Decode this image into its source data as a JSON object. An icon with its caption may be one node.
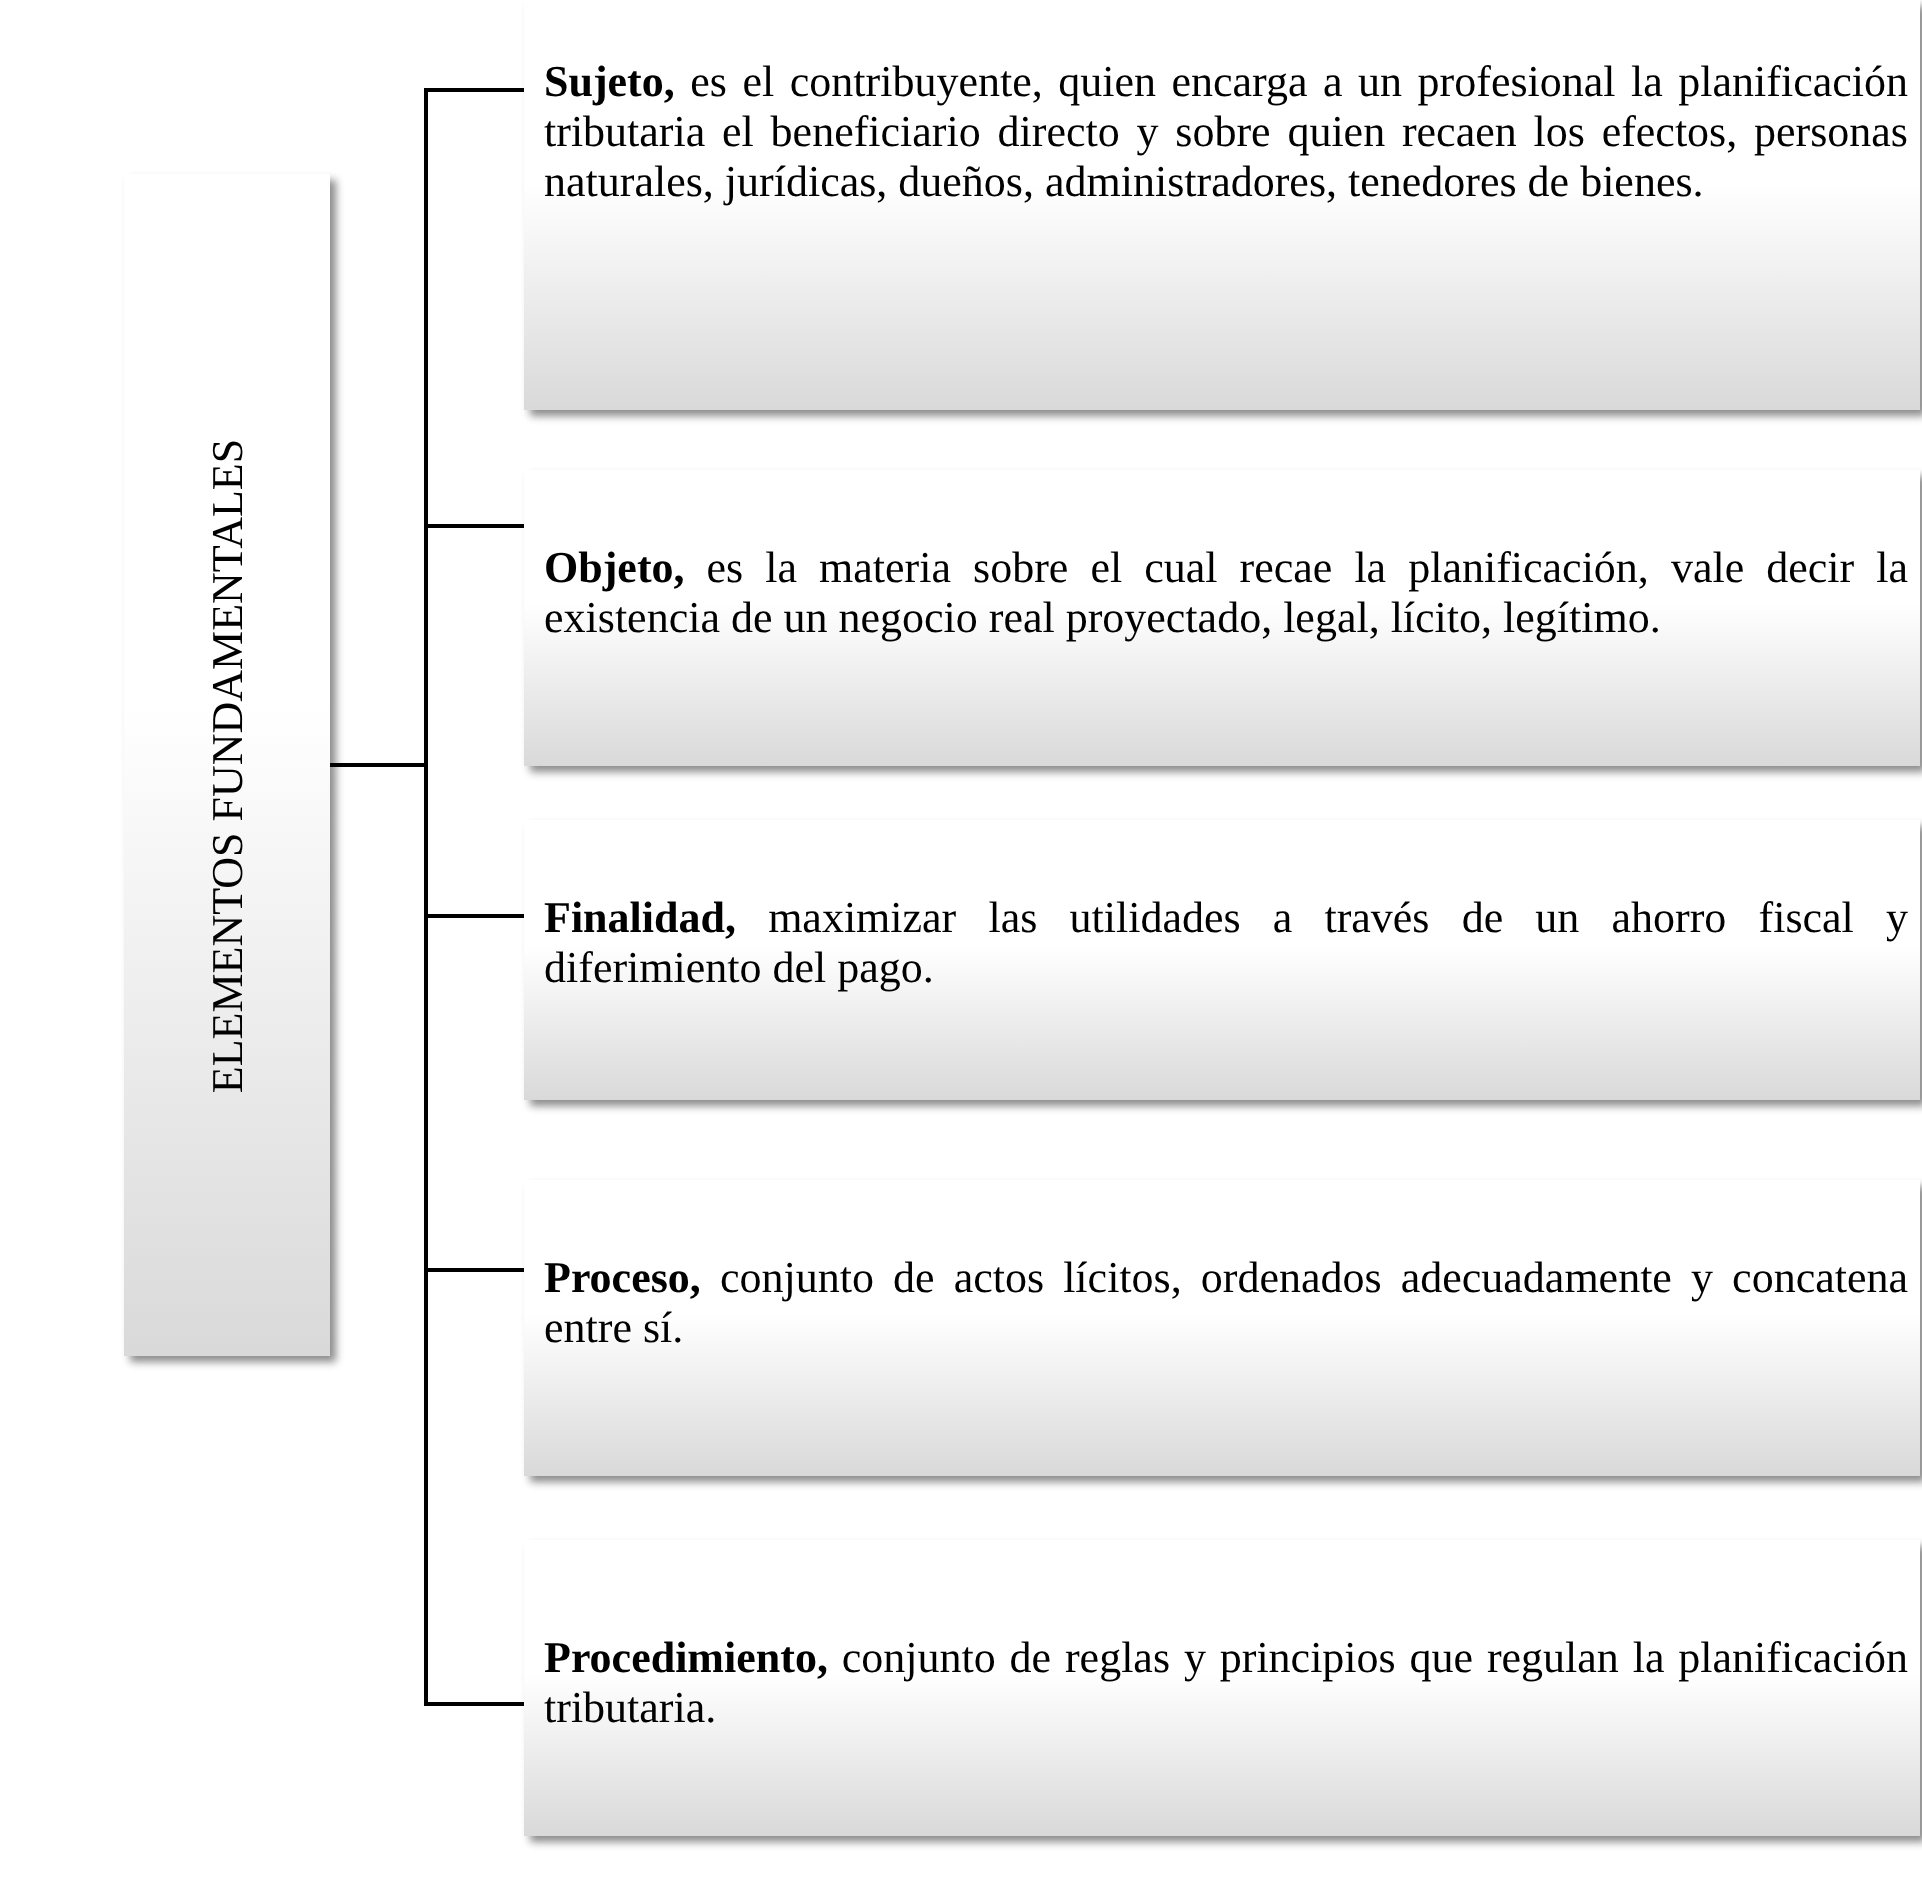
{
  "diagram": {
    "nodes": [
      {
        "text": [
          "ELEMENTOS FUNDAMENTALES"
        ]
      },
      {
        "text": [
          "**Sujeto,** es el contribuyente, quien encarga a un profesional la planificación tributaria el beneficiario directo y sobre quien recaen los efectos, personas naturales, jurídicas, dueños, administradores, tenedores de bienes."
        ]
      },
      {
        "text": [
          "**Objeto,** es la materia sobre el cual recae la planificación, vale decir la existencia de un negocio real proyectado, legal, lícito, legítimo."
        ]
      },
      {
        "text": [
          "**Finalidad,** maximizar las utilidades a través de un ahorro fiscal y diferimiento del pago."
        ]
      },
      {
        "text": [
          "**Proceso,** conjunto de actos lícitos, ordenados adecuadamente y concatena entre sí."
        ]
      },
      {
        "text": [
          "**Procedimiento,** conjunto de reglas y principios que regulan la planificación tributaria."
        ]
      }
    ],
    "edges": [
      {
        "from": 0,
        "to": 1,
        "arrow": "none"
      },
      {
        "from": 0,
        "to": 2,
        "arrow": "none"
      },
      {
        "from": 0,
        "to": 3,
        "arrow": "none"
      },
      {
        "from": 0,
        "to": 4,
        "arrow": "none"
      },
      {
        "from": 0,
        "to": 5,
        "arrow": "none"
      }
    ]
  }
}
